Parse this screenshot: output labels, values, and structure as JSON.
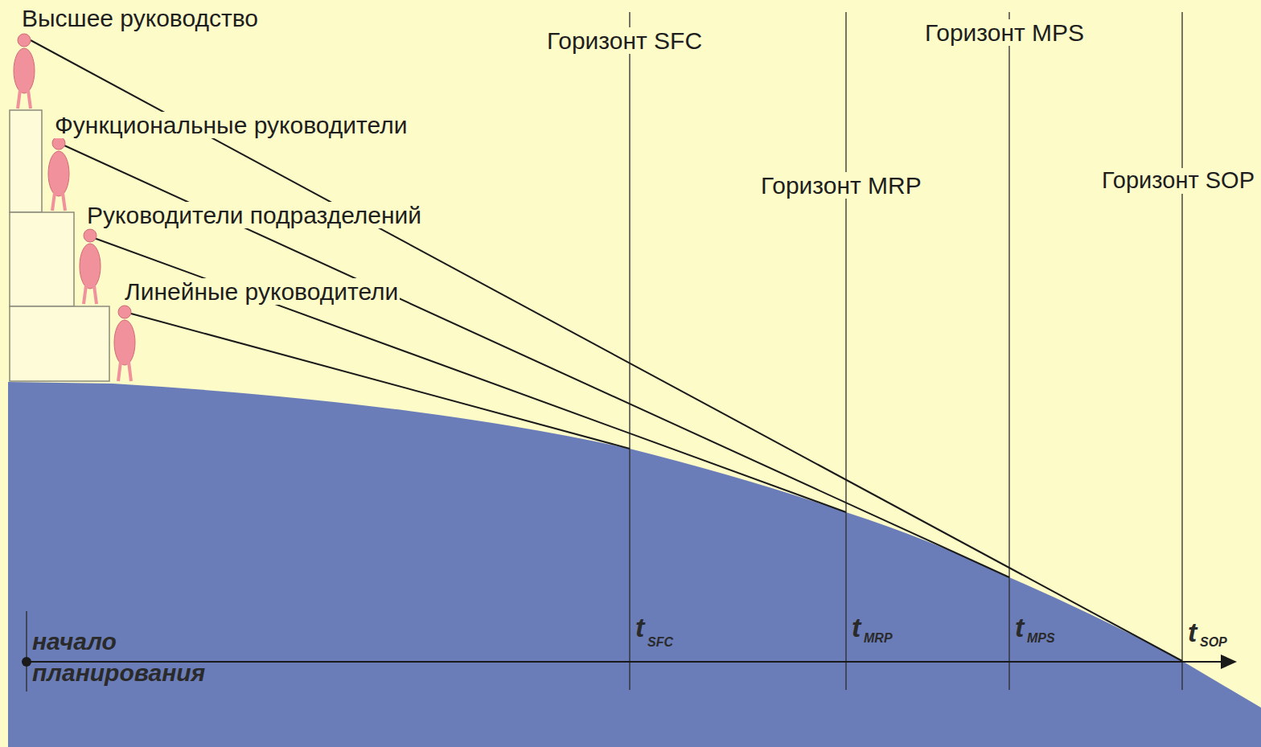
{
  "diagram": {
    "labels": [
      "Высшее руководство",
      "Функциональные руководители",
      "Руководители подразделений",
      "Линейные руководители",
      "Горизонт SFC",
      "Горизонт MPS",
      "Горизонт MRP",
      "Горизонт SOP",
      "начало планирования",
      "t",
      "SFC",
      "t",
      "MRP",
      "t",
      "MPS",
      "t",
      "SOP"
    ]
  }
}
